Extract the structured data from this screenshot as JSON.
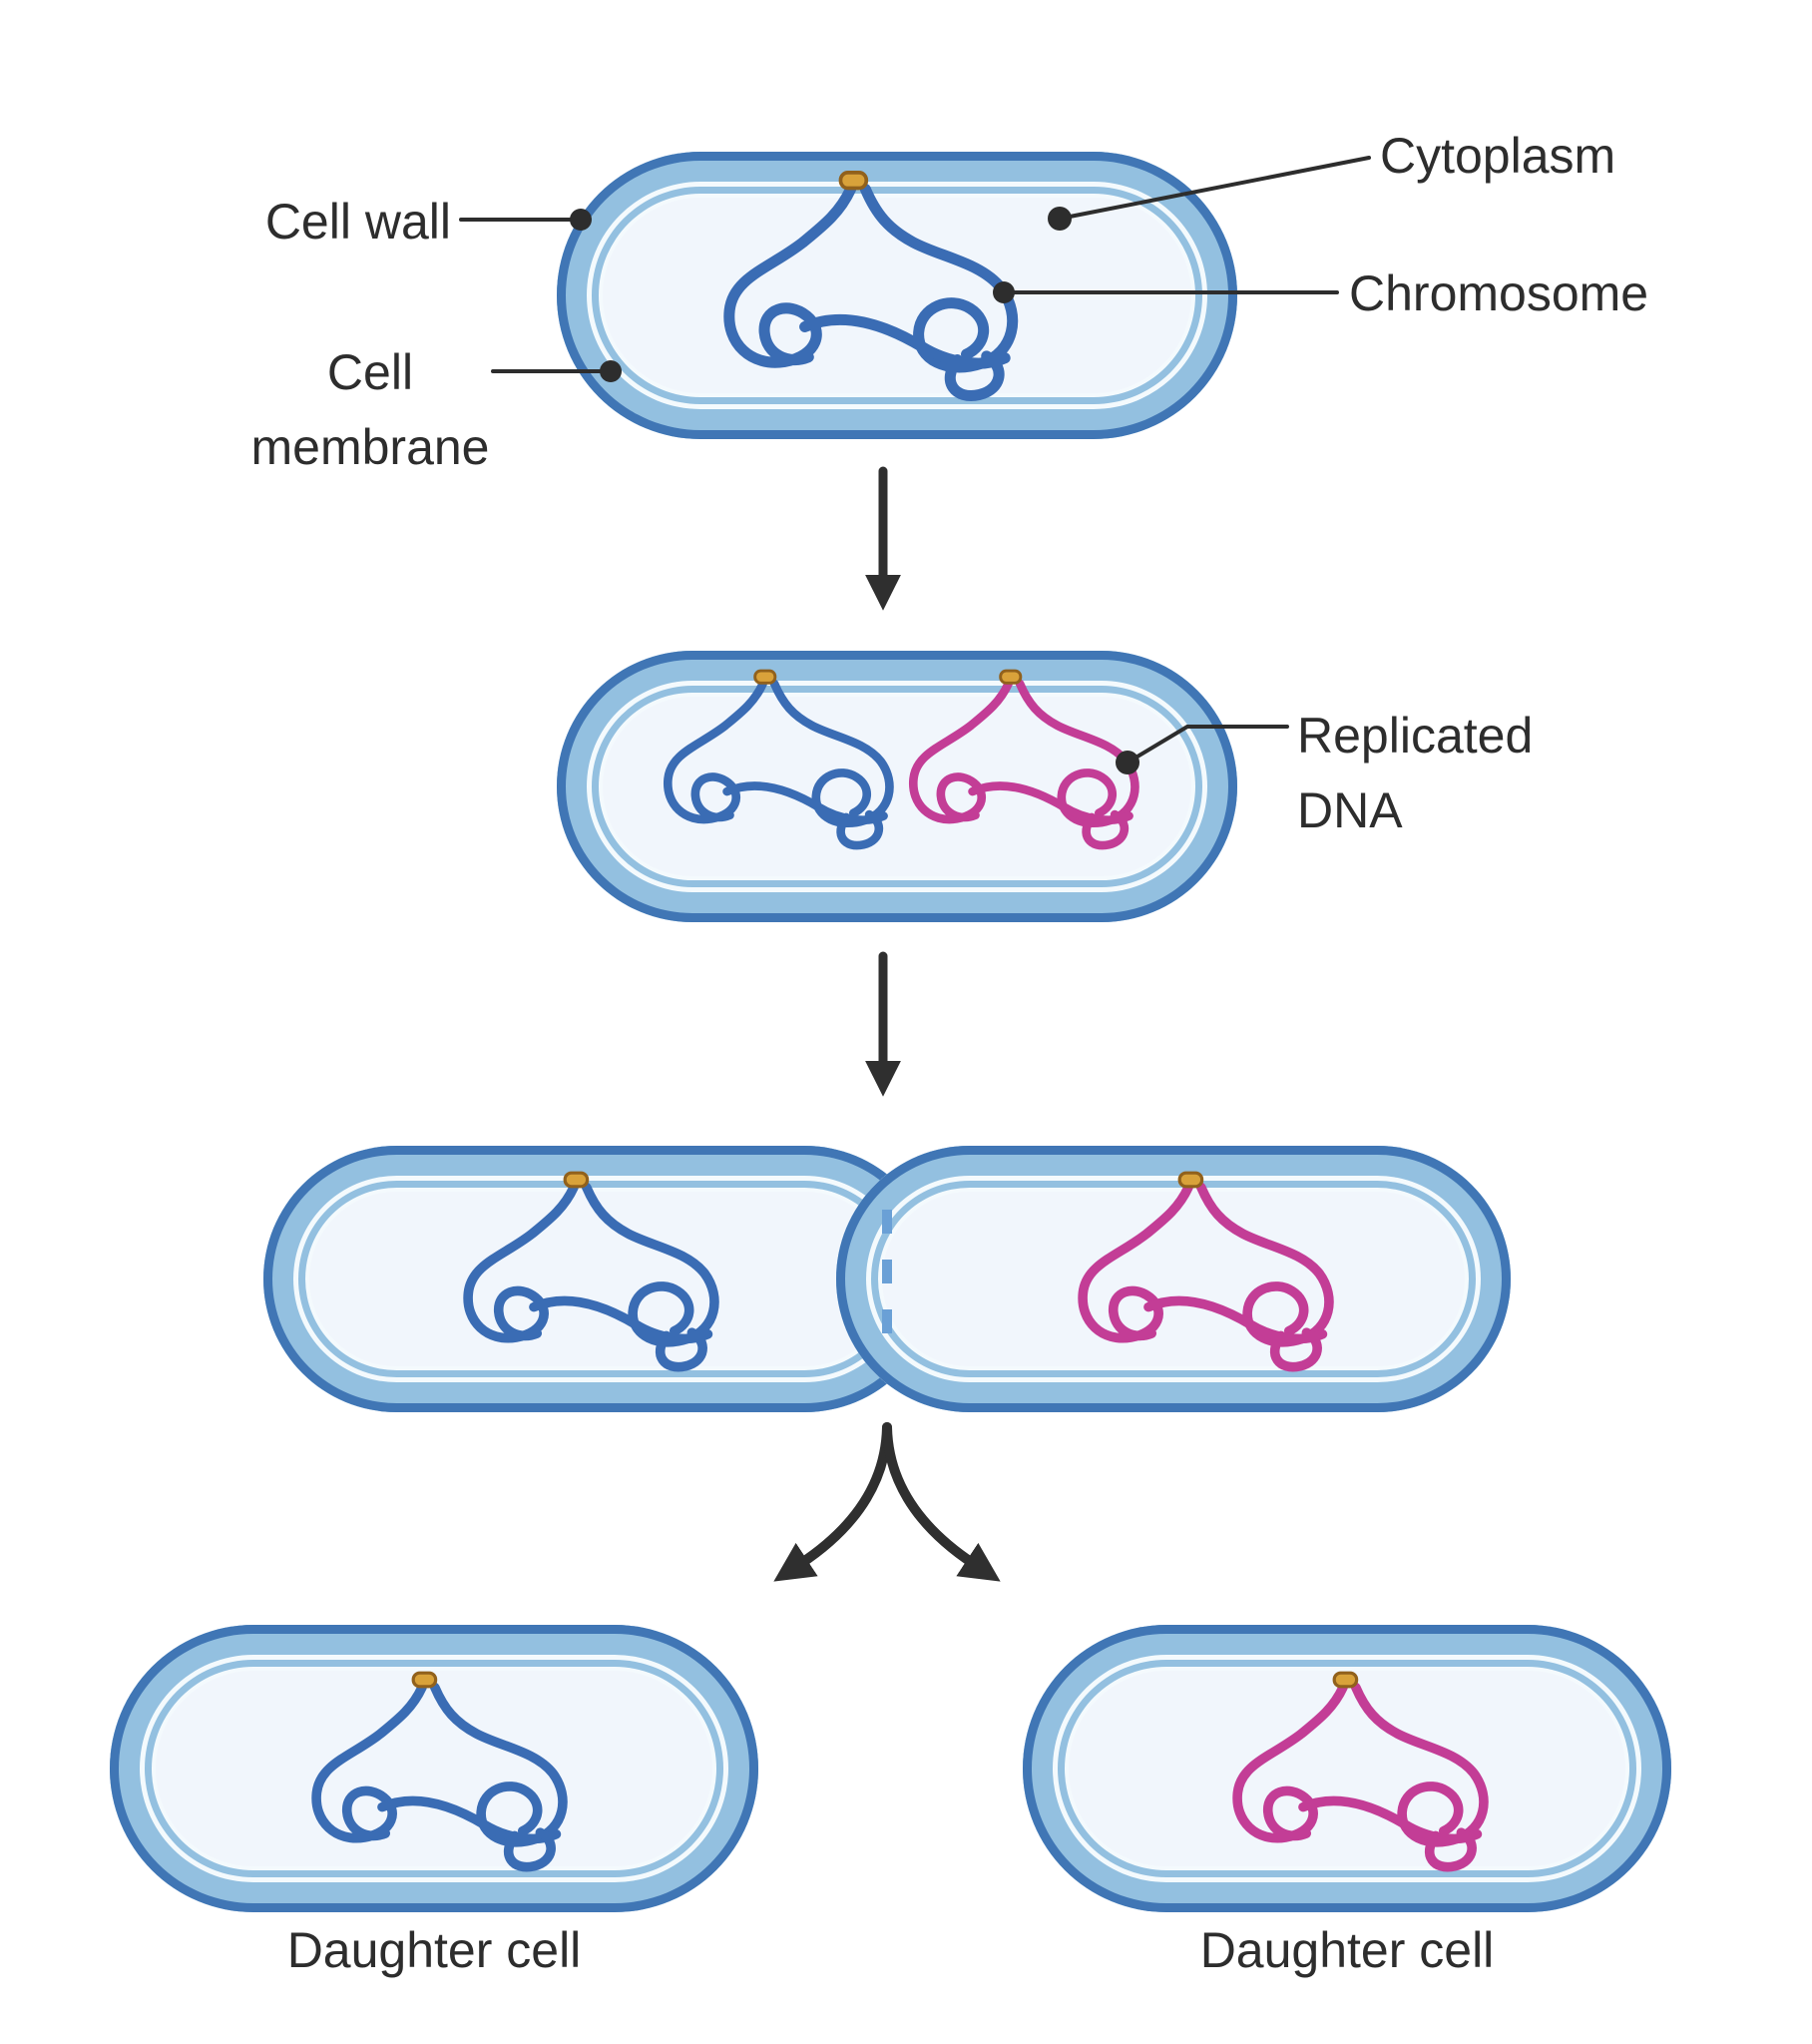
{
  "labels": {
    "cell_wall": "Cell wall",
    "cell_membrane_line1": "Cell",
    "cell_membrane_line2": "membrane",
    "cytoplasm": "Cytoplasm",
    "chromosome": "Chromosome",
    "replicated_dna_line1": "Replicated",
    "replicated_dna_line2": "DNA",
    "daughter_cell_left": "Daughter cell",
    "daughter_cell_right": "Daughter cell"
  },
  "colors": {
    "cell_outline": "#4076b5",
    "cell_wall_band": "#93c0e0",
    "membrane_gap": "#f4fafd",
    "cytoplasm_fill": "#f1f6fc",
    "chromosome_blue": "#3a6cb4",
    "chromosome_pink": "#c33d96",
    "origin_fill": "#d9a23a",
    "origin_stroke": "#91611c",
    "label_text": "#2d2d2d",
    "arrow_color": "#2f2f2f",
    "septum_dash": "#6aa0d6",
    "page_bg": "#ffffff"
  },
  "icons": {
    "down_arrow_icon": "straight black arrow pointing down",
    "fork_arrow_icon": "black arrow splitting into two curved branches",
    "origin_marker_icon": "gold rounded capsule on inner membrane",
    "septum_icon": "light-blue vertical dashed division line",
    "leader_dot_icon": "filled dark round callout dot"
  }
}
